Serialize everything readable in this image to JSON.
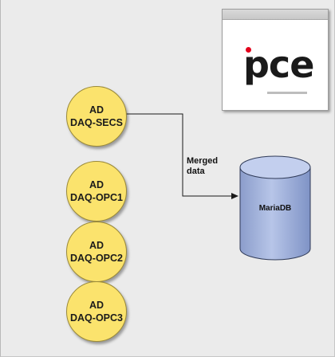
{
  "logo": {
    "text": "pce"
  },
  "sources": [
    {
      "line1": "AD",
      "line2": "DAQ-SECS"
    },
    {
      "line1": "AD",
      "line2": "DAQ-OPC1"
    },
    {
      "line1": "AD",
      "line2": "DAQ-OPC2"
    },
    {
      "line1": "AD",
      "line2": "DAQ-OPC3"
    }
  ],
  "edge": {
    "label_line1": "Merged",
    "label_line2": "data"
  },
  "database": {
    "label": "MariaDB"
  },
  "colors": {
    "node_fill": "#fbe36d",
    "db_fill": "#a8b8dd",
    "logo_accent": "#e3001b"
  }
}
